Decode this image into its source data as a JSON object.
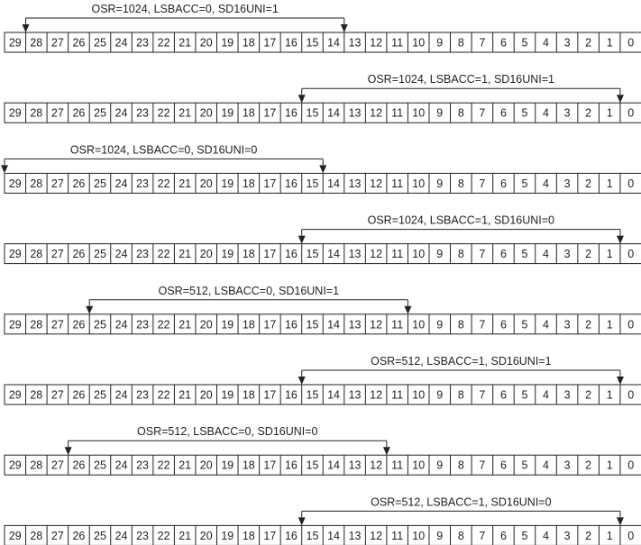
{
  "bit_labels": [
    "29",
    "28",
    "27",
    "26",
    "25",
    "24",
    "23",
    "22",
    "21",
    "20",
    "19",
    "18",
    "17",
    "16",
    "15",
    "14",
    "13",
    "12",
    "11",
    "10",
    "9",
    "8",
    "7",
    "6",
    "5",
    "4",
    "3",
    "2",
    "1",
    "0"
  ],
  "rows": [
    {
      "label": "OSR=1024, LSBACC=0, SD16UNI=1",
      "msb_bit": 28,
      "lsb_bit": 13
    },
    {
      "label": "OSR=1024, LSBACC=1, SD16UNI=1",
      "msb_bit": 15,
      "lsb_bit": 0
    },
    {
      "label": "OSR=1024, LSBACC=0, SD16UNI=0",
      "msb_bit": 29,
      "lsb_bit": 14
    },
    {
      "label": "OSR=1024, LSBACC=1, SD16UNI=0",
      "msb_bit": 15,
      "lsb_bit": 0
    },
    {
      "label": "OSR=512, LSBACC=0, SD16UNI=1",
      "msb_bit": 25,
      "lsb_bit": 10
    },
    {
      "label": "OSR=512, LSBACC=1, SD16UNI=1",
      "msb_bit": 15,
      "lsb_bit": 0
    },
    {
      "label": "OSR=512, LSBACC=0, SD16UNI=0",
      "msb_bit": 26,
      "lsb_bit": 11
    },
    {
      "label": "OSR=512, LSBACC=1, SD16UNI=0",
      "msb_bit": 15,
      "lsb_bit": 0
    }
  ],
  "colors": {
    "line": "#222222",
    "text": "#222222",
    "background": "#ffffff"
  }
}
